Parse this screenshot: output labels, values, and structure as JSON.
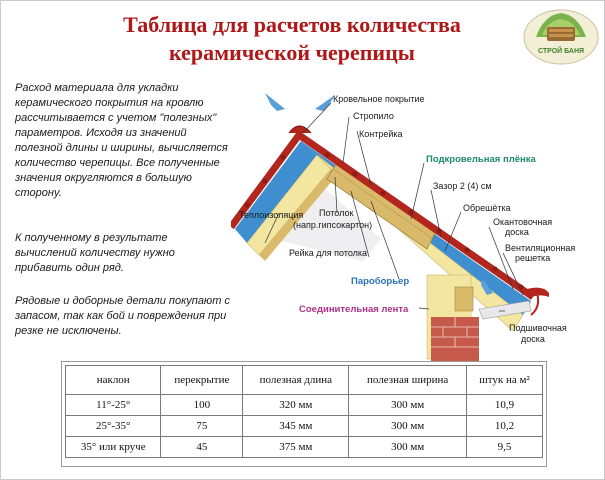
{
  "title": {
    "line1": "Таблица для расчетов количества",
    "line2": "керамической черепицы"
  },
  "logo": {
    "text": "СТРОЙ БАНЯ",
    "icon": "bathhouse-logo"
  },
  "intro": {
    "p1": "Расход материала для укладки керамического покрытия на кровлю рассчитывается с учетом \"полезных\" параметров. Исходя из значений полезной длины и ширины, вычисляется количество черепицы. Все полученные значения округляются в большую сторону.",
    "p2": "К полученному в результате вычислений количеству нужно прибавить один ряд.",
    "p3": "Рядовые и доборные детали покупают с запасом, так как бой и повреждения при резке не исключены."
  },
  "diagram": {
    "labels": {
      "roofing": "Кровельное покрытие",
      "rafter": "Стропило",
      "counter_batten": "Контрейка",
      "underlay": "Подкровельная плёнка",
      "gap": "Зазор 2 (4) см",
      "lathing": "Обрешётка",
      "insulation": "Теплоизоляция",
      "ceiling1": "Потолок",
      "ceiling2": "(напр.гипсокартон)",
      "ceiling_rail": "Рейка для потолка",
      "vapor": "Пароборьер",
      "tape": "Соединительная лента",
      "eave_board1": "Окантовочная",
      "eave_board2": "доска",
      "vent_grille1": "Вентиляционная",
      "vent_grille2": "решетка",
      "soffit1": "Подшивочная",
      "soffit2": "доска"
    },
    "colors": {
      "tile": "#b3261e",
      "insulation": "#f2e6a0",
      "wood": "#d9b96a",
      "underlay": "#3f8fd0",
      "airflow": "#5aa0d8",
      "brick": "#c65a4a"
    }
  },
  "table": {
    "headers": [
      "наклон",
      "перекрытие",
      "полезная длина",
      "полезная ширина",
      "штук на м²"
    ],
    "rows": [
      [
        "11°-25°",
        "100",
        "320 мм",
        "300 мм",
        "10,9"
      ],
      [
        "25°-35°",
        "75",
        "345 мм",
        "300 мм",
        "10,2"
      ],
      [
        "35° или круче",
        "45",
        "375 мм",
        "300 мм",
        "9,5"
      ]
    ]
  }
}
